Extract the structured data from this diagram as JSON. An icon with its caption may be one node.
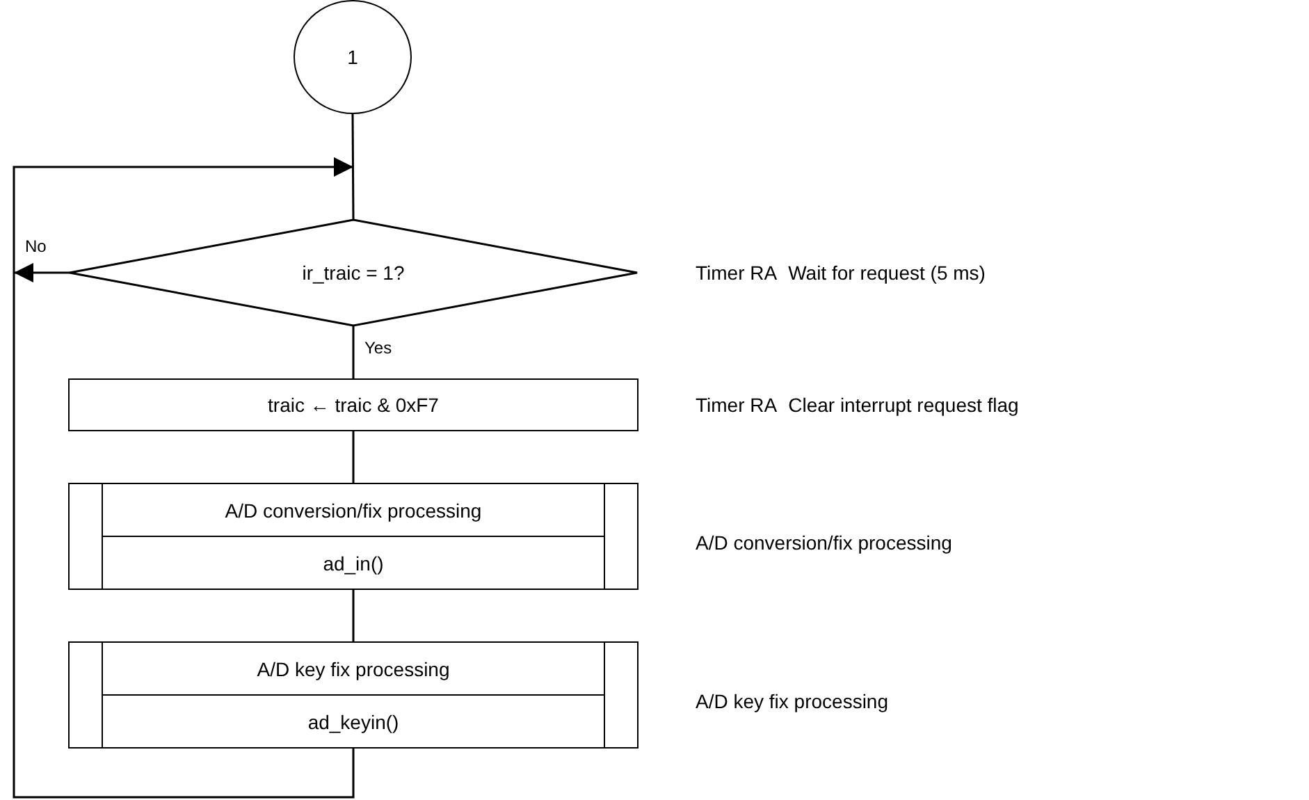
{
  "diagram": {
    "nodes": [
      {
        "text": [
          "1"
        ]
      },
      {
        "text": [
          "ir_traic = 1?"
        ],
        "beside": [
          "Timer RA",
          "Wait for request (5 ms)"
        ]
      },
      {
        "text": [
          "traic ← traic & 0xF7"
        ],
        "beside": [
          "Timer RA",
          "Clear interrupt request flag"
        ]
      },
      {
        "text": [
          "A/D conversion/fix processing",
          "ad_in()"
        ],
        "beside": [
          "A/D conversion/fix processing"
        ]
      },
      {
        "text": [
          "A/D key fix processing",
          "ad_keyin()"
        ],
        "beside": [
          "A/D key fix processing"
        ]
      }
    ],
    "edges": [
      {
        "from": 0,
        "to": 1,
        "arrow": "none"
      },
      {
        "from": 1,
        "to": 2,
        "arrow": "none",
        "label": "Yes"
      },
      {
        "from": 2,
        "to": 3,
        "arrow": "none"
      },
      {
        "from": 3,
        "to": 4,
        "arrow": "none"
      },
      {
        "from": 4,
        "to": 1,
        "arrow": "to"
      },
      {
        "from": 1,
        "to": 1,
        "arrow": "to",
        "label": "No"
      }
    ]
  }
}
